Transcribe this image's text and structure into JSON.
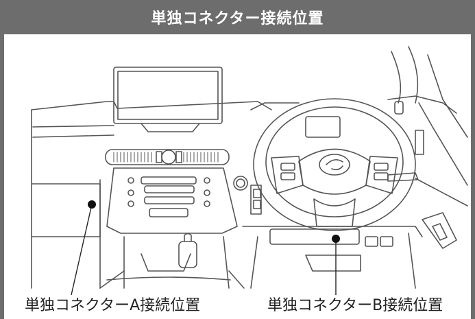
{
  "title": "単独コネクター接続位置",
  "labels": {
    "connector_a": "単独コネクターA接続位置",
    "connector_b": "単独コネクターB接続位置"
  },
  "colors": {
    "header_bg": "#6d6d6d",
    "line": "#555555",
    "marker": "#111111"
  }
}
